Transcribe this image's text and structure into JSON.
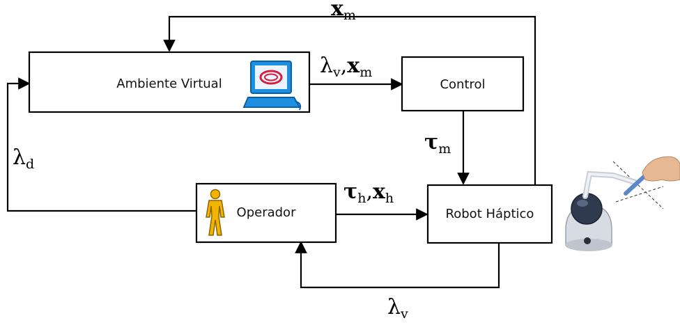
{
  "blocks": {
    "ambiente_virtual": "Ambiente Virtual",
    "control": "Control",
    "operador": "Operador",
    "robot_haptico": "Robot Háptico"
  },
  "signals": {
    "xm_top": {
      "symbol": "x",
      "subscript": "m"
    },
    "lambda_v_xm": {
      "sym1": "λ",
      "sub1": "v",
      "sep": ",",
      "sym2": "x",
      "sub2": "m"
    },
    "tau_m": {
      "symbol": "τ",
      "subscript": "m"
    },
    "lambda_d": {
      "symbol": "λ",
      "subscript": "d"
    },
    "tau_h_xh": {
      "sym1": "τ",
      "sub1": "h",
      "sep": ",",
      "sym2": "x",
      "sub2": "h"
    },
    "lambda_v_bottom": {
      "symbol": "λ",
      "subscript": "v"
    }
  },
  "icons": [
    "computer-icon",
    "person-icon",
    "haptic-device-icon"
  ],
  "colors": {
    "line": "#000000",
    "computer_blue": "#1d8fe0",
    "person_gold": "#f2b400",
    "device_gray": "#cfd3da"
  }
}
